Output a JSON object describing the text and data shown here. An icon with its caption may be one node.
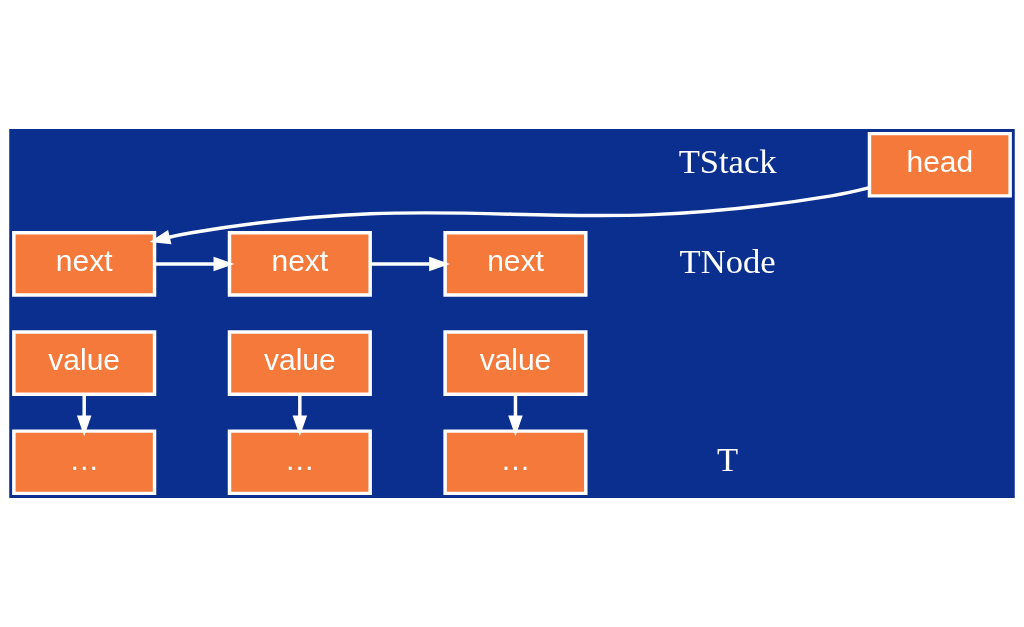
{
  "diagram": {
    "nodes": [
      {
        "text": [
          "head"
        ]
      },
      {
        "text": [
          "next"
        ]
      },
      {
        "text": [
          "next"
        ]
      },
      {
        "text": [
          "next"
        ]
      },
      {
        "text": [
          "value"
        ]
      },
      {
        "text": [
          "value"
        ]
      },
      {
        "text": [
          "value"
        ]
      },
      {
        "text": [
          "…"
        ]
      },
      {
        "text": [
          "…"
        ]
      },
      {
        "text": [
          "…"
        ]
      }
    ],
    "edges": [
      {
        "from": 0,
        "to": 1,
        "arrow": "to"
      },
      {
        "from": 1,
        "to": 2,
        "arrow": "to"
      },
      {
        "from": 2,
        "to": 3,
        "arrow": "to"
      },
      {
        "from": 4,
        "to": 7,
        "arrow": "to"
      },
      {
        "from": 5,
        "to": 8,
        "arrow": "to"
      },
      {
        "from": 6,
        "to": 9,
        "arrow": "to"
      }
    ],
    "labels": [
      "TStack",
      "TNode",
      "T"
    ]
  }
}
